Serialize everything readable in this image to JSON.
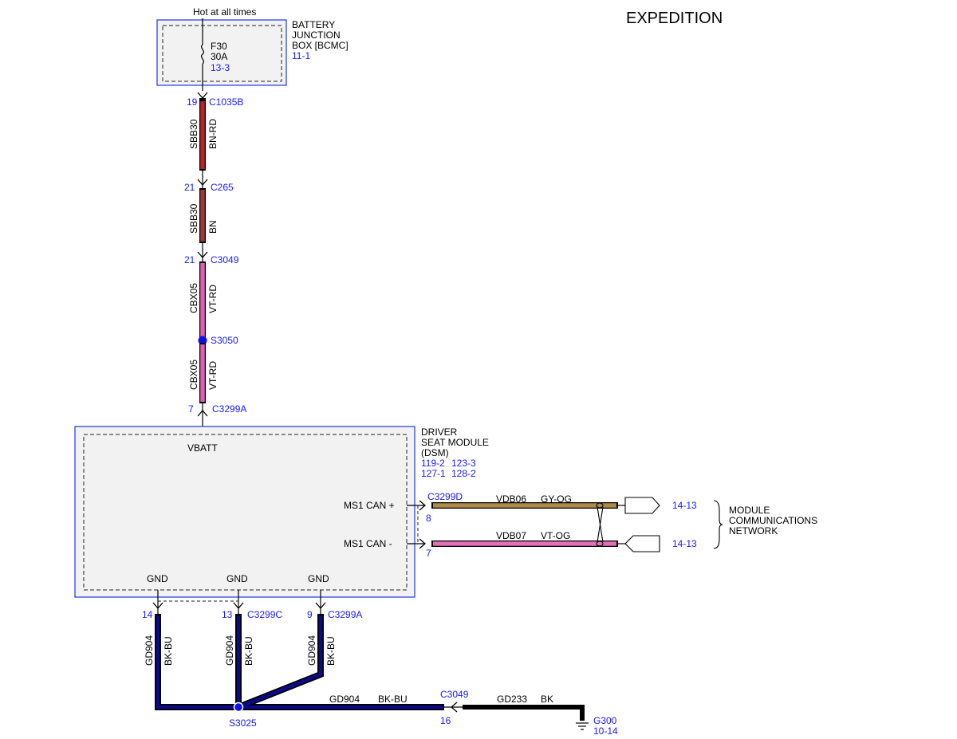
{
  "title": "EXPEDITION",
  "colors": {
    "ref_blue": "#1a1aff",
    "component_border": "#3344dd",
    "component_fill": "#f2f2f2",
    "splice": "#1010ee",
    "wire_bn_rd": "#b52525",
    "wire_bn": "#9c3838",
    "wire_vt_rd": "#e060b0",
    "wire_gy_og": "#b08a4a",
    "wire_vt_og": "#e070b8",
    "wire_bk_bu": "#0a0a8a",
    "wire_bk": "#000000"
  },
  "battery_junction_box": {
    "feed_label": "Hot at all times",
    "name_lines": [
      "BATTERY",
      "JUNCTION",
      "BOX [BCMC]"
    ],
    "page_ref": "11-1",
    "fuse": {
      "name": "F30",
      "rating": "30A",
      "ref": "13-3"
    }
  },
  "connectors": {
    "c1035b": {
      "pin": "19",
      "name": "C1035B"
    },
    "c265": {
      "pin": "21",
      "name": "C265"
    },
    "c3049_top": {
      "pin": "21",
      "name": "C3049"
    },
    "c3299a_top": {
      "pin": "7",
      "name": "C3299A"
    },
    "c3299d": {
      "name": "C3299D",
      "pins": [
        "8",
        "7"
      ]
    },
    "gnd_pins": [
      {
        "pin": "14",
        "name": ""
      },
      {
        "pin": "13",
        "name": "C3299C"
      },
      {
        "pin": "9",
        "name": "C3299A"
      }
    ],
    "c3049_bottom": {
      "pin": "16",
      "name": "C3049"
    }
  },
  "wires": {
    "seg1": {
      "circuit": "SBB30",
      "color": "BN-RD"
    },
    "seg2": {
      "circuit": "SBB30",
      "color": "BN"
    },
    "seg3": {
      "circuit": "CBX05",
      "color": "VT-RD"
    },
    "seg4": {
      "circuit": "CBX05",
      "color": "VT-RD"
    },
    "can_plus": {
      "circuit": "VDB06",
      "color": "GY-OG"
    },
    "can_minus": {
      "circuit": "VDB07",
      "color": "VT-OG"
    },
    "gnd_wires": [
      {
        "circuit": "GD904",
        "color": "BK-BU"
      },
      {
        "circuit": "GD904",
        "color": "BK-BU"
      },
      {
        "circuit": "GD904",
        "color": "BK-BU"
      }
    ],
    "gnd_main": {
      "circuit": "GD904",
      "color": "BK-BU"
    },
    "gnd_ground": {
      "circuit": "GD233",
      "color": "BK"
    }
  },
  "splices": {
    "s3050": "S3050",
    "s3025": "S3025"
  },
  "dsm": {
    "name_lines": [
      "DRIVER",
      "SEAT MODULE",
      "(DSM)"
    ],
    "refs": [
      "119-2",
      "123-3",
      "127-1",
      "128-2"
    ],
    "vbatt": "VBATT",
    "can_plus_label": "MS1 CAN +",
    "can_minus_label": "MS1 CAN -",
    "gnd_label": "GND"
  },
  "network": {
    "ref_plus": "14-13",
    "ref_minus": "14-13",
    "name_lines": [
      "MODULE",
      "COMMUNICATIONS",
      "NETWORK"
    ]
  },
  "ground": {
    "name": "G300",
    "ref": "10-14"
  }
}
